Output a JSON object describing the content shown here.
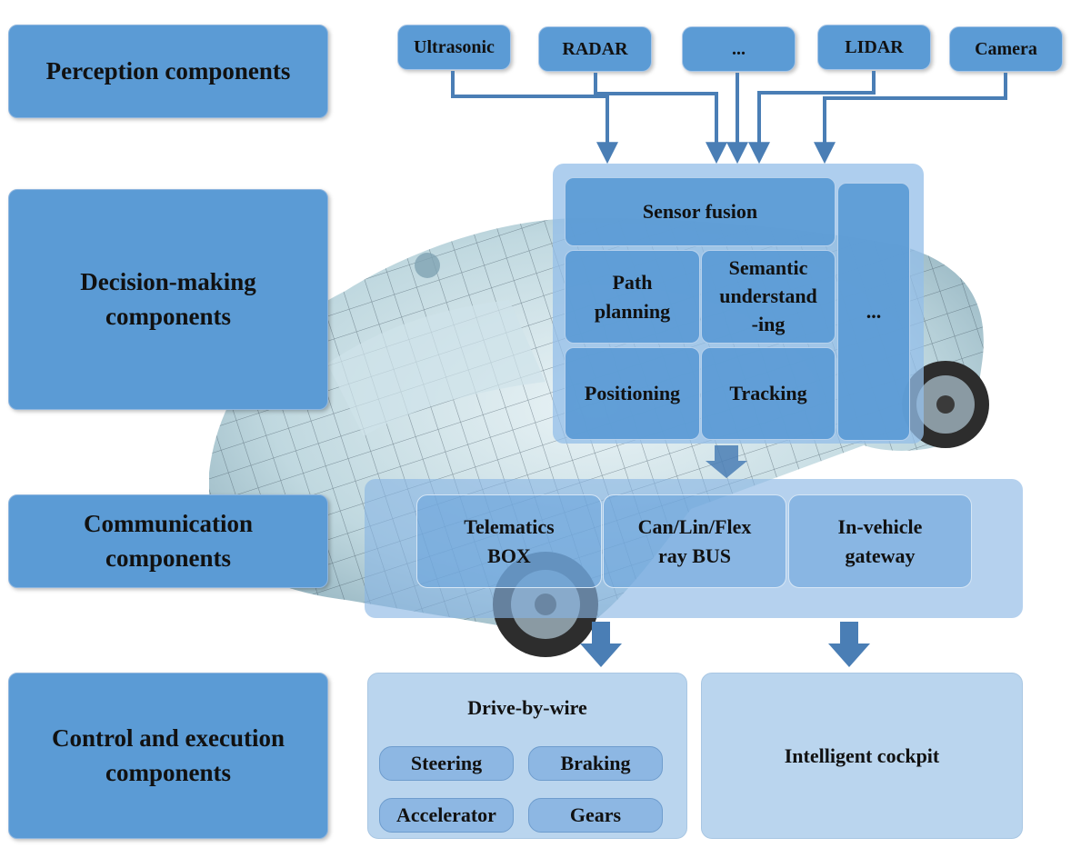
{
  "layers": {
    "perception": "Perception components",
    "decision": [
      "Decision-making",
      "components"
    ],
    "communication": [
      "Communication",
      "components"
    ],
    "control": [
      "Control and execution",
      "components"
    ]
  },
  "sensors": [
    "Ultrasonic",
    "RADAR",
    "...",
    "LIDAR",
    "Camera"
  ],
  "decision_modules": {
    "sensor_fusion": "Sensor fusion",
    "path_planning": [
      "Path",
      "planning"
    ],
    "semantic": [
      "Semantic",
      "understand",
      "-ing"
    ],
    "positioning": "Positioning",
    "tracking": "Tracking",
    "more": "..."
  },
  "communication_modules": {
    "telematics": [
      "Telematics",
      "BOX"
    ],
    "bus": [
      "Can/Lin/Flex",
      "ray BUS"
    ],
    "gateway": [
      "In-vehicle",
      "gateway"
    ]
  },
  "drive_by_wire": {
    "title": "Drive-by-wire",
    "items": [
      "Steering",
      "Braking",
      "Accelerator",
      "Gears"
    ]
  },
  "intelligent_cockpit": "Intelligent cockpit",
  "colors": {
    "box_blue": "#5b9bd5",
    "panel_light": "#bdd7ee",
    "arrow": "#4a7eb5"
  },
  "background_image": "wireframe-car-illustration"
}
